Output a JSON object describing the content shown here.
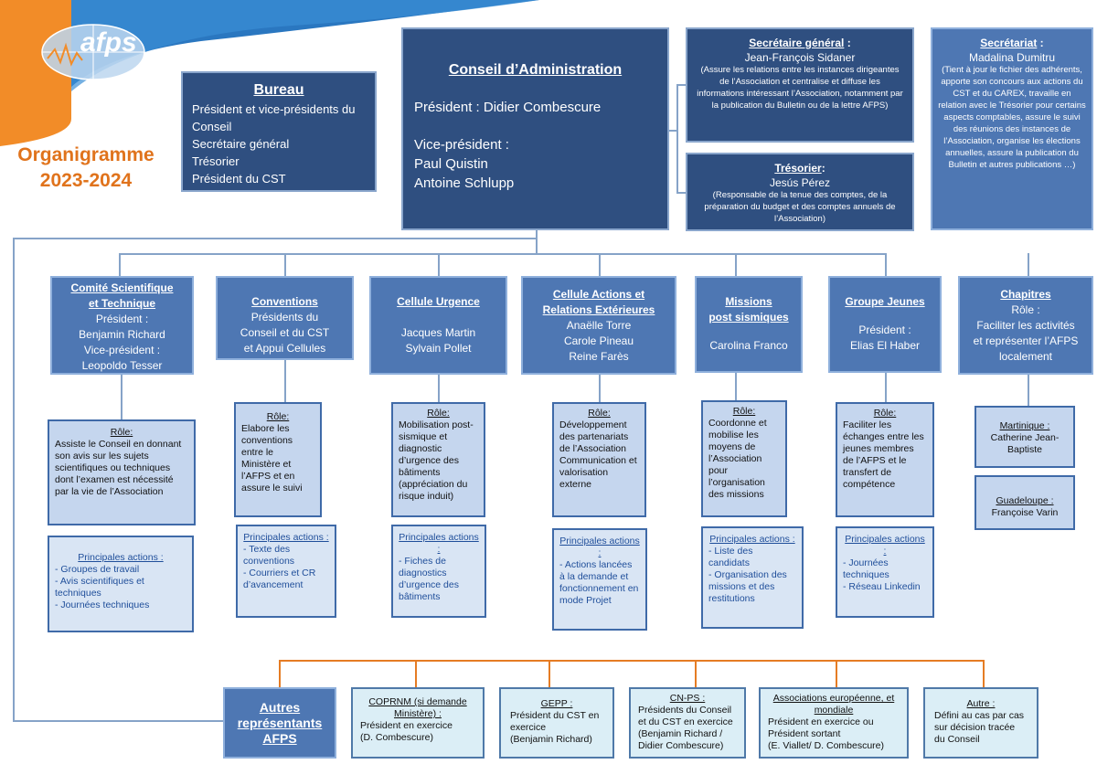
{
  "header": {
    "logo_text": "afps",
    "title_line1": "Organigramme",
    "title_line2": "2023-2024"
  },
  "bureau": {
    "title": "Bureau",
    "lines": [
      "Président et vice-présidents du Conseil",
      "Secrétaire général",
      "Trésorier",
      "Président du CST"
    ]
  },
  "conseil": {
    "title": "Conseil d’Administration",
    "president": "Président : Didier Combescure",
    "vp_label": "Vice-président :",
    "vp_names": [
      "Paul Quistin",
      "Antoine Schlupp"
    ]
  },
  "secretaire_general": {
    "title": "Secrétaire général",
    "title_suffix": " :",
    "name": "Jean-François Sidaner",
    "desc": "(Assure les relations entre les instances dirigeantes de l’Association et centralise et diffuse les informations intéressant l’Association, notamment par la publication du Bulletin ou de la lettre AFPS)"
  },
  "tresorier": {
    "title": "Trésorier",
    "title_suffix": ":",
    "name": "Jesús Pérez",
    "desc": "(Responsable de la tenue des comptes, de la préparation du budget et des comptes annuels de l’Association)"
  },
  "secretariat": {
    "title": "Secrétariat",
    "title_suffix": " :",
    "name": "Madalina Dumitru",
    "desc": "(Tient à jour le fichier des adhérents, apporte son concours aux actions du CST et du CAREX, travaille en relation avec le Trésorier pour certains aspects comptables, assure le suivi des réunions des instances de l’Association, organise les élections annuelles, assure la publication du Bulletin et autres publications …)"
  },
  "committees": {
    "cst": {
      "title": [
        "Comité Scientifique",
        "et Technique"
      ],
      "lines": [
        "Président :",
        "Benjamin Richard",
        "Vice-président :",
        "Leopoldo Tesser"
      ]
    },
    "conventions": {
      "title": [
        "Conventions"
      ],
      "lines": [
        "Présidents du",
        "Conseil et du CST",
        "et Appui Cellules"
      ]
    },
    "urgence": {
      "title": [
        "Cellule Urgence"
      ],
      "lines": [
        "Jacques Martin",
        "Sylvain Pollet"
      ]
    },
    "actions": {
      "title": [
        "Cellule Actions et",
        "Relations Extérieures"
      ],
      "lines": [
        "Anaëlle Torre",
        "Carole Pineau",
        "Reine Farès"
      ]
    },
    "missions": {
      "title": [
        "Missions",
        "post sismiques"
      ],
      "lines": [
        "Carolina Franco"
      ]
    },
    "jeunes": {
      "title": [
        "Groupe Jeunes"
      ],
      "lines": [
        "Président :",
        "Elias El Haber"
      ]
    },
    "chapitres": {
      "title": [
        "Chapitres"
      ],
      "lines": [
        "Rôle :",
        "Faciliter les activités",
        "et représenter l’AFPS",
        "localement"
      ]
    }
  },
  "roles": {
    "label": "Rôle:",
    "cst": "Assiste le Conseil en donnant son avis sur les sujets scientifiques ou techniques dont l’examen est nécessité par la vie de l’Association",
    "conventions": "Elabore les conventions entre le Ministère et l’AFPS et en assure le suivi",
    "urgence": "Mobilisation post-sismique et diagnostic d’urgence des bâtiments (appréciation du risque induit)",
    "actions": "Développement des partenariats de l’Association Communication et valorisation externe",
    "missions": "Coordonne et mobilise les moyens de l’Association pour l’organisation des missions",
    "jeunes": "Faciliter  les échanges entre les jeunes membres de l’AFPS  et le transfert de compétence"
  },
  "actions_lists": {
    "cst": {
      "title": "Principales actions :",
      "items": [
        "- Groupes de travail",
        "- Avis scientifiques et techniques",
        "- Journées techniques"
      ]
    },
    "conventions": {
      "title": "Principales actions :",
      "items": [
        "- Texte des conventions",
        "- Courriers et CR d’avancement"
      ]
    },
    "urgence": {
      "title": "Principales actions :",
      "items": [
        "-  Fiches de diagnostics d’urgence des bâtiments"
      ]
    },
    "actions": {
      "title": "Principales actions :",
      "items": [
        "-  Actions lancées à la demande et fonctionnement en mode Projet"
      ]
    },
    "missions": {
      "title": "Principales actions :",
      "items": [
        "- Liste des candidats",
        "- Organisation des missions et des restitutions"
      ]
    },
    "jeunes": {
      "title": "Principales actions :",
      "items": [
        "- Journées techniques",
        "- Réseau Linkedin"
      ]
    }
  },
  "chapitres_list": {
    "martinique": {
      "title": "Martinique :",
      "name": "Catherine Jean-Baptiste"
    },
    "guadeloupe": {
      "title": "Guadeloupe :",
      "name": "Françoise Varin"
    }
  },
  "representants": {
    "main": "Autres représentants AFPS",
    "coprnm": {
      "title": "COPRNM (si demande Ministère) :",
      "lines": [
        "Président en exercice",
        "(D. Combescure)"
      ]
    },
    "gepp": {
      "title": "GEPP :",
      "lines": [
        "Président du CST  en exercice",
        "(Benjamin Richard)"
      ]
    },
    "cnps": {
      "title": "CN-PS :",
      "lines": [
        "Présidents du Conseil et du CST  en exercice",
        "(Benjamin Richard / Didier Combescure)"
      ]
    },
    "assoc": {
      "title": "Associations européenne, et mondiale",
      "lines": [
        "Président en exercice ou Président sortant",
        "(E. Viallet/ D. Combescure)"
      ]
    },
    "autre": {
      "title": "Autre :",
      "lines": [
        "Défini au cas par cas sur décision tracée du Conseil"
      ]
    }
  },
  "colors": {
    "navy": "#2f4f80",
    "mid": "#4e77b3",
    "pale": "#c5d6ee",
    "orange": "#e57c24"
  }
}
